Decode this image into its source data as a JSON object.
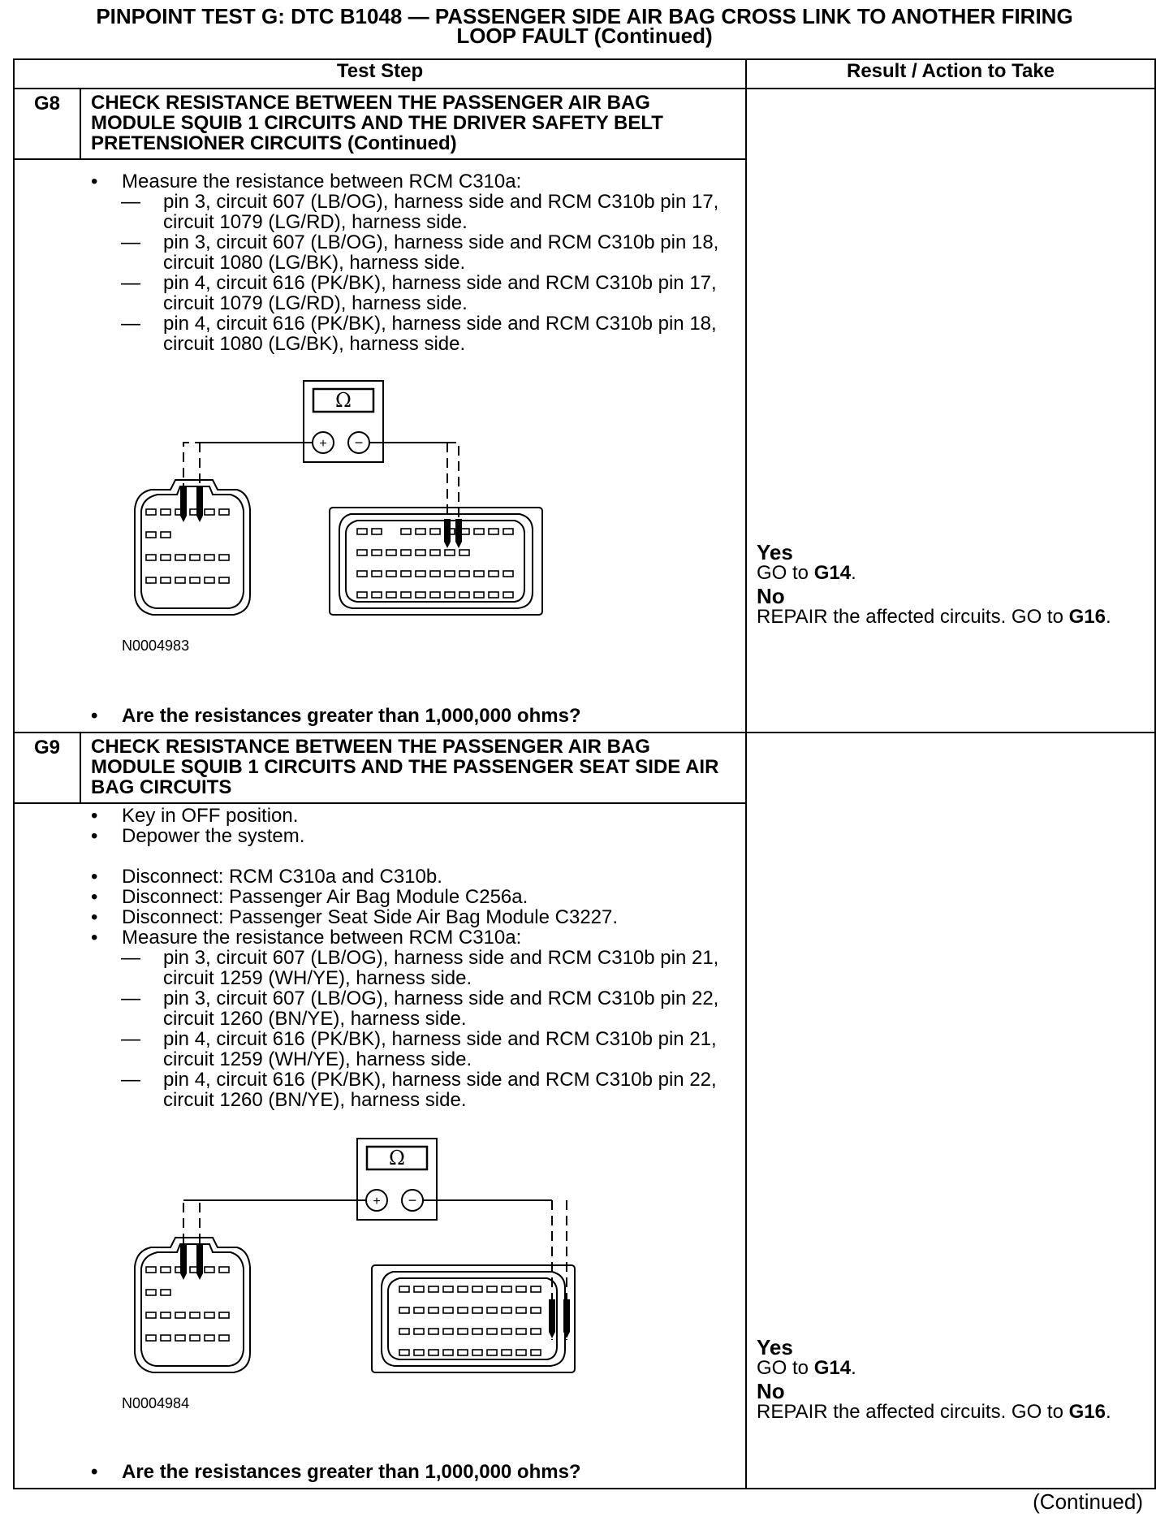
{
  "header": {
    "title": "PINPOINT TEST G: DTC B1048 — PASSENGER SIDE AIR BAG CROSS LINK TO ANOTHER FIRING\nLOOP FAULT (Continued)"
  },
  "table": {
    "col_test_step": "Test Step",
    "col_result": "Result / Action to Take"
  },
  "steps": [
    {
      "code": "G8",
      "title": "CHECK RESISTANCE BETWEEN THE PASSENGER AIR BAG MODULE SQUIB 1 CIRCUITS AND THE DRIVER SAFETY BELT PRETENSIONER CIRCUITS (Continued)",
      "bullets": [
        {
          "text": "Measure the resistance between RCM C310a:",
          "subs": [
            "pin 3, circuit 607 (LB/OG), harness side and RCM C310b pin 17, circuit 1079 (LG/RD), harness side.",
            "pin 3, circuit 607 (LB/OG), harness side and RCM C310b pin 18, circuit 1080 (LG/BK), harness side.",
            "pin 4, circuit 616 (PK/BK), harness side and RCM C310b pin 17, circuit 1079 (LG/RD), harness side.",
            "pin 4, circuit 616 (PK/BK), harness side and RCM C310b pin 18, circuit 1080 (LG/BK), harness side."
          ]
        }
      ],
      "meter_symbol": "Ω",
      "figure_id": "N0004983",
      "question": "Are the resistances greater than 1,000,000 ohms?",
      "yes_label": "Yes",
      "yes_action_text": "GO to",
      "yes_action_ref": "G14",
      "no_label": "No",
      "no_action_text": "REPAIR the affected circuits. GO to",
      "no_action_ref": "G16"
    },
    {
      "code": "G9",
      "title": "CHECK RESISTANCE BETWEEN THE PASSENGER AIR BAG MODULE SQUIB 1 CIRCUITS AND THE PASSENGER SEAT SIDE AIR BAG CIRCUITS",
      "bullets_a": [
        "Key in OFF position.",
        "Depower the system."
      ],
      "bullets_b": [
        "Disconnect: RCM C310a and C310b.",
        "Disconnect: Passenger Air Bag Module C256a.",
        "Disconnect: Passenger Seat Side Air Bag Module C3227."
      ],
      "measure_text": "Measure the resistance between RCM C310a:",
      "subs": [
        "pin 3, circuit 607 (LB/OG), harness side and RCM C310b pin 21, circuit 1259 (WH/YE), harness side.",
        "pin 3, circuit 607 (LB/OG), harness side and RCM C310b pin 22, circuit 1260 (BN/YE), harness side.",
        "pin 4, circuit 616 (PK/BK), harness side and RCM C310b pin 21, circuit 1259 (WH/YE), harness side.",
        "pin 4, circuit 616 (PK/BK), harness side and RCM C310b pin 22, circuit 1260 (BN/YE), harness side."
      ],
      "meter_symbol": "Ω",
      "figure_id": "N0004984",
      "question": "Are the resistances greater than 1,000,000 ohms?",
      "yes_label": "Yes",
      "yes_action_text": "GO to",
      "yes_action_ref": "G14",
      "no_label": "No",
      "no_action_text": "REPAIR the affected circuits. GO to",
      "no_action_ref": "G16"
    }
  ],
  "footer": {
    "continued": "(Continued)"
  }
}
